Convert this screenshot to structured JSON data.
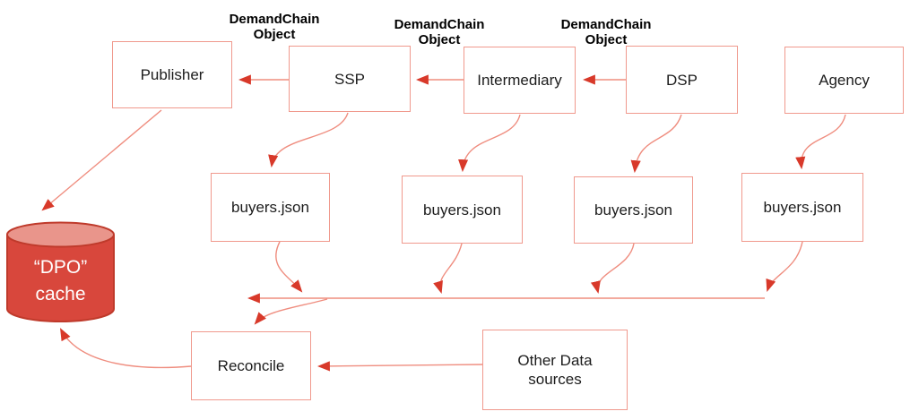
{
  "diagram": {
    "description": "Flow diagram: DemandChain Object passed DSP to Intermediary to SSP to Publisher; each party publishes buyers.json collected into a DPO cache via Reconcile",
    "colors": {
      "line": "#ef8d7f",
      "box_border": "#f0998d",
      "arrowhead": "#d8392a",
      "cylinder_body": "#d8473c",
      "cylinder_top": "#e9958b",
      "cylinder_border": "#bf3a2b",
      "text": "#1c1c1c",
      "cylinder_text": "#ffffff",
      "background": "#ffffff"
    },
    "edge_labels": [
      {
        "id": "demandchain-object-1",
        "text": "DemandChain\nObject"
      },
      {
        "id": "demandchain-object-2",
        "text": "DemandChain\nObject"
      },
      {
        "id": "demandchain-object-3",
        "text": "DemandChain\nObject"
      }
    ],
    "nodes": [
      {
        "id": "publisher",
        "label": "Publisher",
        "shape": "box"
      },
      {
        "id": "ssp",
        "label": "SSP",
        "shape": "box"
      },
      {
        "id": "intermediary",
        "label": "Intermediary",
        "shape": "box"
      },
      {
        "id": "dsp",
        "label": "DSP",
        "shape": "box"
      },
      {
        "id": "agency",
        "label": "Agency",
        "shape": "box"
      },
      {
        "id": "buyers-json-ssp",
        "label": "buyers.json",
        "shape": "box"
      },
      {
        "id": "buyers-json-intermediary",
        "label": "buyers.json",
        "shape": "box"
      },
      {
        "id": "buyers-json-dsp",
        "label": "buyers.json",
        "shape": "box"
      },
      {
        "id": "buyers-json-agency",
        "label": "buyers.json",
        "shape": "box"
      },
      {
        "id": "reconcile",
        "label": "Reconcile",
        "shape": "box"
      },
      {
        "id": "other-data-sources",
        "label": "Other Data\nsources",
        "shape": "box"
      },
      {
        "id": "dpo-cache",
        "label": "“DPO”\ncache",
        "shape": "cylinder"
      }
    ],
    "edges": [
      {
        "from": "ssp",
        "to": "publisher",
        "label": "DemandChain Object"
      },
      {
        "from": "intermediary",
        "to": "ssp",
        "label": "DemandChain Object"
      },
      {
        "from": "dsp",
        "to": "intermediary",
        "label": "DemandChain Object"
      },
      {
        "from": "publisher",
        "to": "dpo-cache",
        "label": ""
      },
      {
        "from": "ssp",
        "to": "buyers-json-ssp",
        "label": ""
      },
      {
        "from": "intermediary",
        "to": "buyers-json-intermediary",
        "label": ""
      },
      {
        "from": "dsp",
        "to": "buyers-json-dsp",
        "label": ""
      },
      {
        "from": "agency",
        "to": "buyers-json-agency",
        "label": ""
      },
      {
        "from": "buyers-json-ssp",
        "to": "collection-bus",
        "label": ""
      },
      {
        "from": "buyers-json-intermediary",
        "to": "collection-bus",
        "label": ""
      },
      {
        "from": "buyers-json-dsp",
        "to": "collection-bus",
        "label": ""
      },
      {
        "from": "buyers-json-agency",
        "to": "collection-bus",
        "label": ""
      },
      {
        "from": "collection-bus",
        "to": "reconcile",
        "label": ""
      },
      {
        "from": "other-data-sources",
        "to": "reconcile",
        "label": ""
      },
      {
        "from": "reconcile",
        "to": "dpo-cache",
        "label": ""
      }
    ]
  }
}
